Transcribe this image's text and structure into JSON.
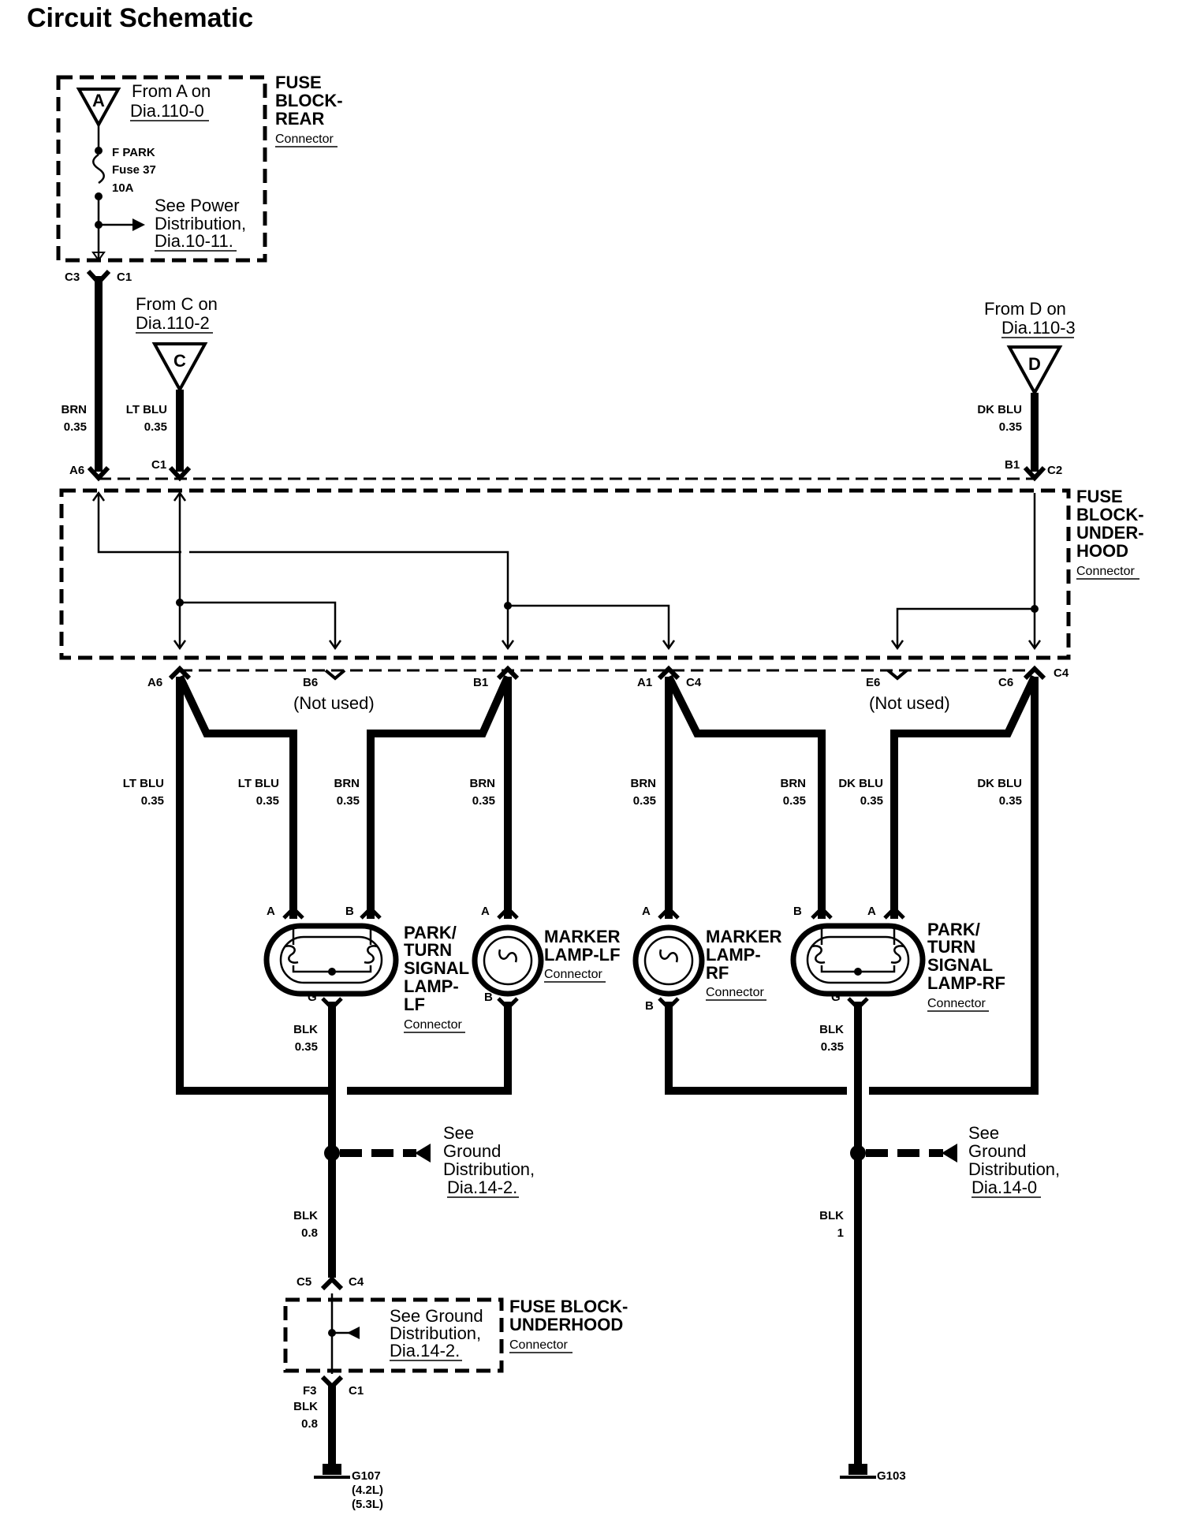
{
  "title": "Circuit Schematic",
  "sources": {
    "A": {
      "letter": "A",
      "line1": "From A on",
      "line2": "Dia.110-0"
    },
    "C": {
      "letter": "C",
      "line1": "From C on",
      "line2": "Dia.110-2"
    },
    "D": {
      "letter": "D",
      "line1": "From D on",
      "line2": "Dia.110-3"
    }
  },
  "fuse_block_rear": {
    "title_lines": [
      "FUSE",
      "BLOCK-",
      "REAR"
    ],
    "connector": "Connector",
    "fuse_lines": [
      "F PARK",
      "Fuse 37",
      "10A"
    ],
    "see_lines": [
      "See Power",
      "Distribution,",
      "Dia.10-11."
    ],
    "pin_left": "C3",
    "pin_right": "C1"
  },
  "fuse_block_underhood": {
    "title_lines": [
      "FUSE",
      "BLOCK-",
      "UNDER-",
      "HOOD"
    ],
    "connector": "Connector",
    "top_pins": {
      "brn_left": "A6",
      "ltblu_right": "C1",
      "dkblu_left": "B1",
      "dkblu_right": "C2"
    },
    "bottom_pins": {
      "a6": "A6",
      "b6": "B6",
      "b1": "B1",
      "a1": "A1",
      "c4a": "C4",
      "e6": "E6",
      "c6": "C6",
      "c4b": "C4"
    },
    "not_used_left": "(Not used)",
    "not_used_right": "(Not used)"
  },
  "fuse_block_underhood_lower": {
    "title_lines": [
      "FUSE BLOCK-",
      "UNDERHOOD"
    ],
    "connector": "Connector",
    "see_lines": [
      "See Ground",
      "Distribution,",
      "Dia.14-2."
    ],
    "top_pin_left": "C5",
    "top_pin_right": "C4",
    "bottom_pin_left": "F3",
    "bottom_pin_right": "C1"
  },
  "wires_top": {
    "brn": {
      "color": "BRN",
      "gauge": "0.35"
    },
    "ltblu": {
      "color": "LT BLU",
      "gauge": "0.35"
    },
    "dkblu": {
      "color": "DK BLU",
      "gauge": "0.35"
    }
  },
  "wires_mid": [
    {
      "color": "LT BLU",
      "gauge": "0.35"
    },
    {
      "color": "LT BLU",
      "gauge": "0.35"
    },
    {
      "color": "BRN",
      "gauge": "0.35"
    },
    {
      "color": "BRN",
      "gauge": "0.35"
    },
    {
      "color": "BRN",
      "gauge": "0.35"
    },
    {
      "color": "BRN",
      "gauge": "0.35"
    },
    {
      "color": "DK BLU",
      "gauge": "0.35"
    },
    {
      "color": "DK BLU",
      "gauge": "0.35"
    }
  ],
  "lamps": {
    "park_lf": {
      "title_lines": [
        "PARK/",
        "TURN",
        "SIGNAL",
        "LAMP-",
        "LF"
      ],
      "connector": "Connector",
      "pin_a": "A",
      "pin_b": "B",
      "pin_g": "G"
    },
    "marker_lf": {
      "title_lines": [
        "MARKER",
        "LAMP-LF"
      ],
      "connector": "Connector",
      "pin_a": "A",
      "pin_b": "B"
    },
    "marker_rf": {
      "title_lines": [
        "MARKER",
        "LAMP-",
        "RF"
      ],
      "connector": "Connector",
      "pin_a": "A",
      "pin_b": "B"
    },
    "park_rf": {
      "title_lines": [
        "PARK/",
        "TURN",
        "SIGNAL",
        "LAMP-RF"
      ],
      "connector": "Connector",
      "pin_a": "A",
      "pin_b": "B",
      "pin_g": "G"
    }
  },
  "ground_left": {
    "wire1": {
      "color": "BLK",
      "gauge": "0.35"
    },
    "see_lines": [
      "See",
      "Ground",
      "Distribution,",
      "Dia.14-2."
    ],
    "wire2": {
      "color": "BLK",
      "gauge": "0.8"
    },
    "wire3": {
      "color": "BLK",
      "gauge": "0.8"
    },
    "ground_id": "G107",
    "ground_notes": [
      "(4.2L)",
      "(5.3L)"
    ]
  },
  "ground_right": {
    "wire1": {
      "color": "BLK",
      "gauge": "0.35"
    },
    "see_lines": [
      "See",
      "Ground",
      "Distribution,",
      "Dia.14-0"
    ],
    "wire2": {
      "color": "BLK",
      "gauge": "1"
    },
    "ground_id": "G103"
  }
}
